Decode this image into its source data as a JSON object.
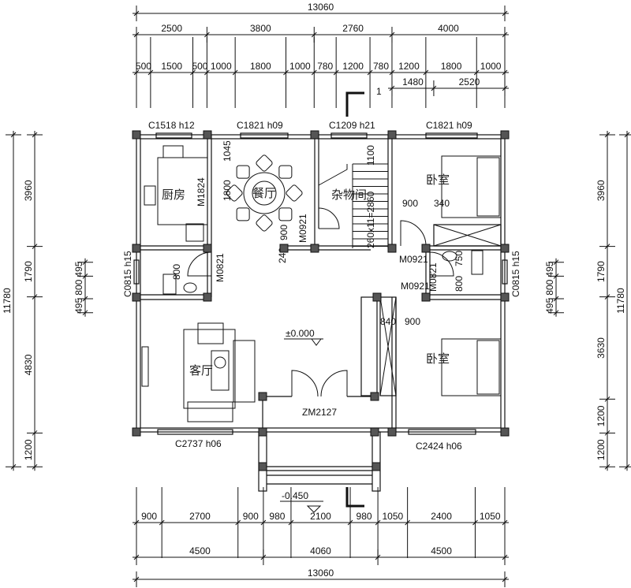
{
  "dimensions": {
    "top_total": "13060",
    "bottom_total": "13060",
    "top_major": [
      "2500",
      "3800",
      "2760",
      "4000"
    ],
    "top_minor": [
      "500",
      "1500",
      "500",
      "1000",
      "1800",
      "1000",
      "780",
      "1200",
      "780",
      "1200",
      "1800",
      "1000"
    ],
    "top_extra": [
      "1480",
      "2520"
    ],
    "bottom_minor": [
      "900",
      "2700",
      "900",
      "980",
      "2100",
      "980",
      "1050",
      "2400",
      "1050"
    ],
    "bottom_major": [
      "4500",
      "4060",
      "4500"
    ],
    "left_total": "11780",
    "right_total": "11780",
    "left_major": [
      "3960",
      "1790",
      "4830",
      "1200"
    ],
    "right_major": [
      "3960",
      "1790",
      "3630",
      "1200",
      "1200"
    ],
    "left_minor": [
      "495",
      "800",
      "495"
    ],
    "right_minor": [
      "495",
      "800",
      "495"
    ]
  },
  "rooms": {
    "kitchen": "厨房",
    "dining": "餐厅",
    "storage": "杂物间",
    "bedroom_top": "卧室",
    "bedroom_bottom": "卧室",
    "living": "客厅"
  },
  "openings": {
    "w_kitchen": "C1518 h12",
    "w_dining": "C1821 h09",
    "w_storage": "C1209 h21",
    "w_bed1": "C1821 h09",
    "d_kitchen": "M1824",
    "d_storage": "M0921",
    "d_bath_left": "M0821",
    "d_bed1": "M0921",
    "d_bed2": "M0921",
    "d_bath_right": "M0821",
    "w_bath_left": "C0815 h15",
    "w_bath_right": "C0815 h15",
    "w_living": "C2737 h06",
    "w_bed2": "C2424 h06",
    "d_main": "ZM2127"
  },
  "inner_dims": {
    "d1045": "1045",
    "d1800": "1800",
    "d900a": "900",
    "d240": "240",
    "d1100": "1100",
    "stair": "260x11=2860",
    "d900b": "900",
    "d340": "340",
    "d800r": "800",
    "d750": "750",
    "d840": "840",
    "d900c": "900",
    "d800l": "800"
  },
  "levels": {
    "floor": "±0.000",
    "porch": "-0.450"
  },
  "section_mark": "1"
}
